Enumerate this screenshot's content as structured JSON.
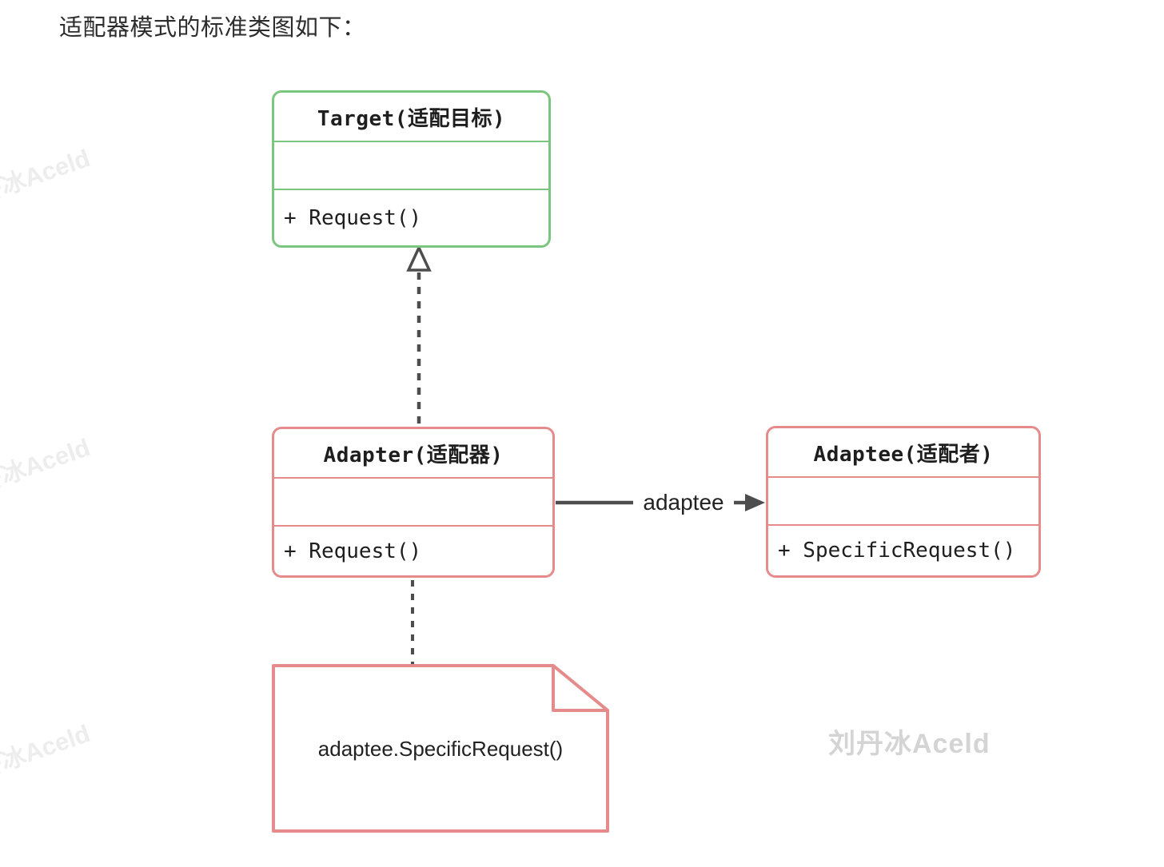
{
  "page": {
    "title": "适配器模式的标准类图如下："
  },
  "diagram": {
    "classes": [
      {
        "role": "target",
        "name": "Target(适配目标)",
        "attributes": "",
        "methods": "+ Request()",
        "border_color": "#7cc57e"
      },
      {
        "role": "adapter",
        "name": "Adapter(适配器)",
        "attributes": "",
        "methods": "+ Request()",
        "border_color": "#e58b8c"
      },
      {
        "role": "adaptee",
        "name": "Adaptee(适配者)",
        "attributes": "",
        "methods": "+ SpecificRequest()",
        "border_color": "#e58b8c"
      }
    ],
    "relations": [
      {
        "type": "realization",
        "from": "Adapter",
        "to": "Target",
        "line": "dashed",
        "arrowhead": "hollow-triangle",
        "label": ""
      },
      {
        "type": "association",
        "from": "Adapter",
        "to": "Adaptee",
        "line": "solid",
        "arrowhead": "filled-triangle",
        "label": "adaptee"
      },
      {
        "type": "note-attachment",
        "from": "note",
        "to": "Adapter",
        "line": "dashed",
        "arrowhead": "none",
        "label": ""
      }
    ],
    "note": {
      "text": "adaptee.SpecificRequest()"
    },
    "colors": {
      "green_border": "#7cc57e",
      "red_border": "#e58b8c",
      "connector": "#4d4d4d",
      "text": "#1e1e1e"
    }
  },
  "watermarks": {
    "main": "刘丹冰Aceld",
    "left_partial": "刘丹冰Aceld"
  }
}
